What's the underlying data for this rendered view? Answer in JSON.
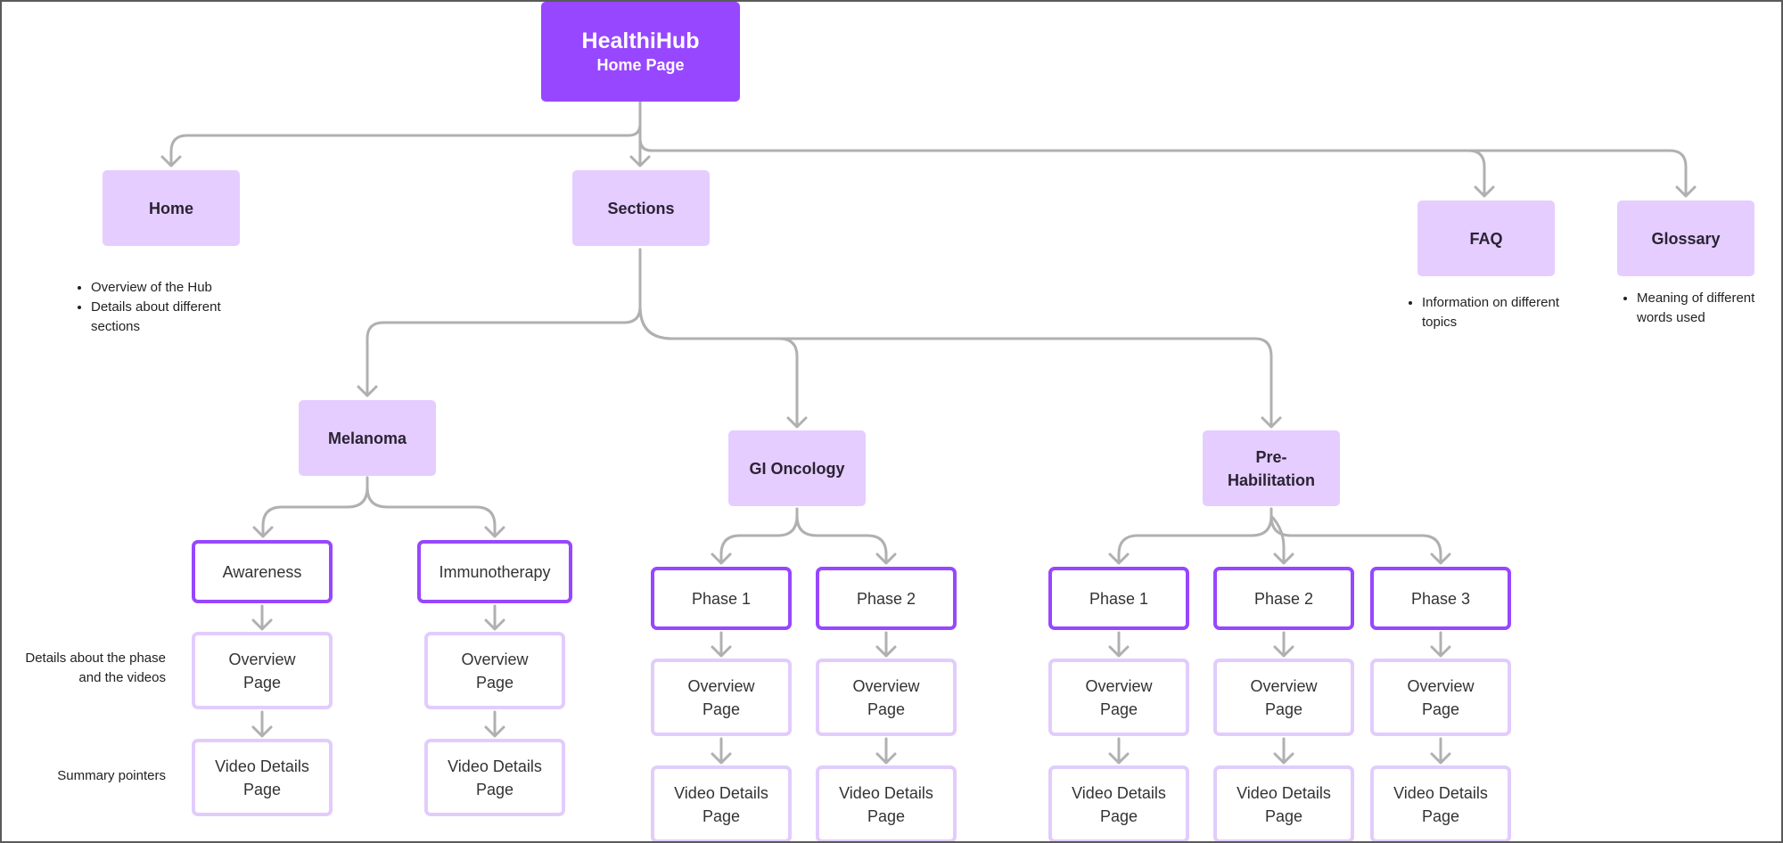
{
  "root": {
    "title": "HealthiHub",
    "subtitle": "Home Page"
  },
  "categories": {
    "home": "Home",
    "sections": "Sections",
    "faq": "FAQ",
    "glossary": "Glossary"
  },
  "notes": {
    "home": [
      "Overview of the Hub",
      "Details about different sections"
    ],
    "faq": [
      "Information on different topics"
    ],
    "glossary": [
      "Meaning of different words used"
    ]
  },
  "sections": {
    "melanoma": "Melanoma",
    "gi_oncology": "GI Oncology",
    "prehab": "Pre-Habilitation"
  },
  "phases": {
    "awareness": "Awareness",
    "immunotherapy": "Immunotherapy",
    "phase1": "Phase 1",
    "phase2": "Phase 2",
    "phase3": "Phase 3"
  },
  "pages": {
    "overview": "Overview Page",
    "video_details": "Video Details Page"
  },
  "side_labels": {
    "overview": "Details about the phase and the videos",
    "video": "Summary pointers"
  },
  "colors": {
    "primary": "#9747ff",
    "category_fill": "#e5cdff",
    "page_border": "#e2ccfc",
    "connector": "#b0b0b0"
  }
}
